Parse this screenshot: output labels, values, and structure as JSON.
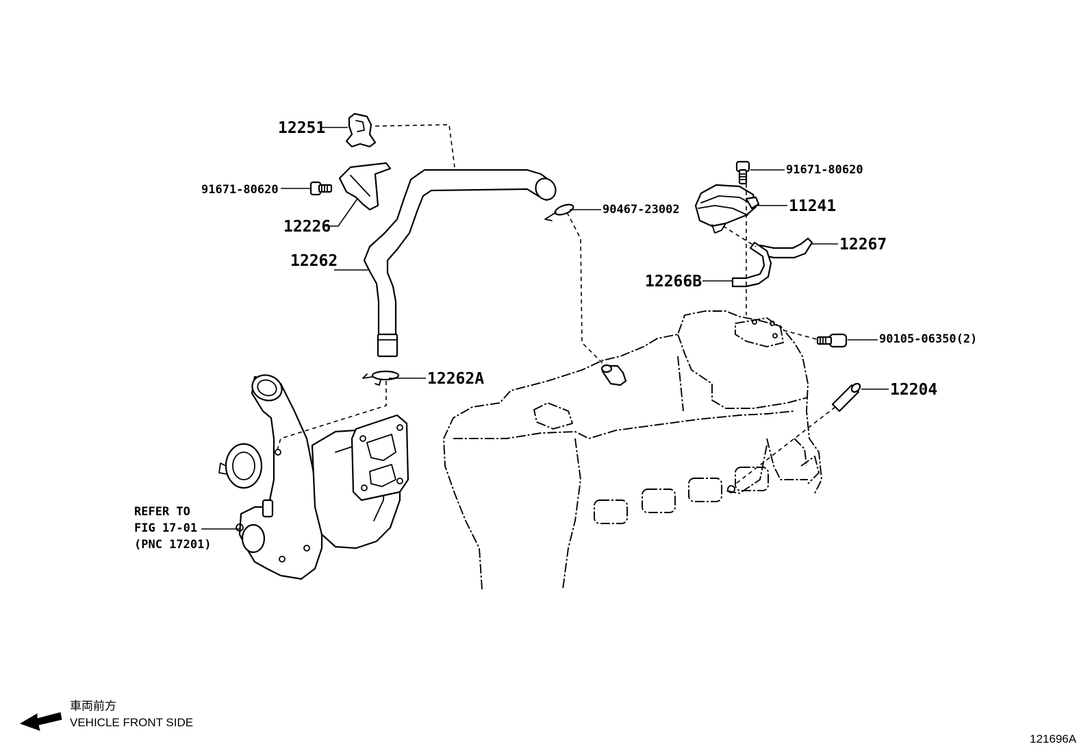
{
  "labels": {
    "p12251": "12251",
    "p91671_top": "91671-80620",
    "p12226": "12226",
    "p12262": "12262",
    "p90467": "90467-23002",
    "p12262A": "12262A",
    "p91671_right": "91671-80620",
    "p11241": "11241",
    "p12267": "12267",
    "p12266B": "12266B",
    "p90105": "90105-06350(2)",
    "p12204": "12204"
  },
  "reference": {
    "line1": "REFER TO",
    "line2": "FIG 17-01",
    "line3": "(PNC 17201)"
  },
  "direction": {
    "jp": "車両前方",
    "en": "VEHICLE FRONT SIDE"
  },
  "figure_number": "121696A"
}
